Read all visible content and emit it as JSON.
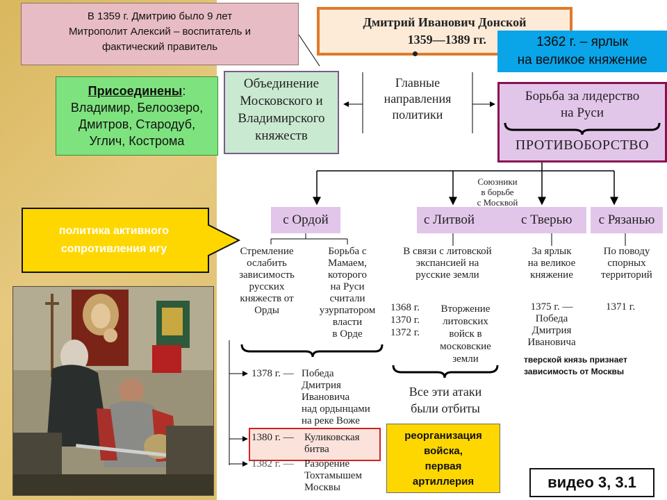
{
  "intro_box": {
    "line1": "В 1359 г. Дмитрию было 9 лет",
    "line2": "Митрополит Алексий – воспитатель и",
    "line3": "фактический правитель"
  },
  "title_box": {
    "name": "Дмитрий Иванович Донской",
    "years": "1359—1389 гг."
  },
  "yarlyk_box": {
    "line1": "1362 г. – ярлык",
    "line2": "на великое княжение"
  },
  "annexed_box": {
    "heading": "Присоединены",
    "colon": ":",
    "line1": "Владимир, Белоозеро,",
    "line2": "Дмитров, Стародуб,",
    "line3": "Углич, Кострома"
  },
  "unification_box": {
    "line1": "Объединение",
    "line2": "Московского и",
    "line3": "Владимирского",
    "line4": "княжеств"
  },
  "main_directions": {
    "line1": "Главные",
    "line2": "направления",
    "line3": "политики"
  },
  "leadership_box": {
    "line1": "Борьба за лидерство",
    "line2": "на Руси",
    "line3": "ПРОТИВОБОРСТВО"
  },
  "allies_label": {
    "line1": "Союзники",
    "line2": "в борьбе",
    "line3": "с Москвой"
  },
  "category_boxes": {
    "horde": "с Ордой",
    "lithuania": "с Литвой",
    "tver": "с Тверью",
    "ryazan": "с Рязанью"
  },
  "horde_col1": [
    "Стремление",
    "ослабить",
    "зависимость",
    "русских",
    "княжеств от",
    "Орды"
  ],
  "horde_col2": [
    "Борьба с",
    "Мамаем,",
    "которого",
    "на Руси",
    "считали",
    "узурпатором",
    "власти",
    "в Орде"
  ],
  "lithuania_text": [
    "В связи с литовской",
    "экспансией на",
    "русские земли"
  ],
  "lithuania_years": [
    "1368 г.",
    "1370 г.",
    "1372 г."
  ],
  "lithuania_invasion": [
    "Вторжение",
    "литовских",
    "войск в",
    "московские",
    "земли"
  ],
  "lithuania_repelled": [
    "Все эти атаки",
    "были отбиты"
  ],
  "tver_text": [
    "За ярлык",
    "на великое",
    "княжение"
  ],
  "tver_event": [
    "1375 г. —",
    "Победа",
    "Дмитрия",
    "Ивановича"
  ],
  "tver_note": [
    "тверской князь признает",
    "зависимость от Москвы"
  ],
  "ryazan_text": [
    "По поводу",
    "спорных",
    "территорий"
  ],
  "ryazan_year": "1371 г.",
  "timeline": {
    "e1378_year": "1378 г. —",
    "e1378_text": [
      "Победа",
      "Дмитрия",
      "Ивановича",
      "над ордынцами",
      "на реке Воже"
    ],
    "e1380_year": "1380 г. —",
    "e1380_text": [
      "Куликовская",
      "битва"
    ],
    "e1382_year": "1382 г. —",
    "e1382_text": [
      "Разорение",
      "Тохтамышем",
      "Москвы"
    ]
  },
  "policy_arrow": {
    "line1": "политика активного",
    "line2": "сопротивления игу"
  },
  "army_box": {
    "line1": "реорганизация",
    "line2": "войска,",
    "line3": "первая",
    "line4": "артиллерия"
  },
  "video_box": "видео 3, 3.1",
  "colors": {
    "pink": "#e8bcc4",
    "blue": "#0aa4e8",
    "green": "#7ee37e",
    "lavender": "#e2c6ea",
    "yellow": "#ffd700",
    "red": "#d22222",
    "purple": "#8a1050"
  }
}
